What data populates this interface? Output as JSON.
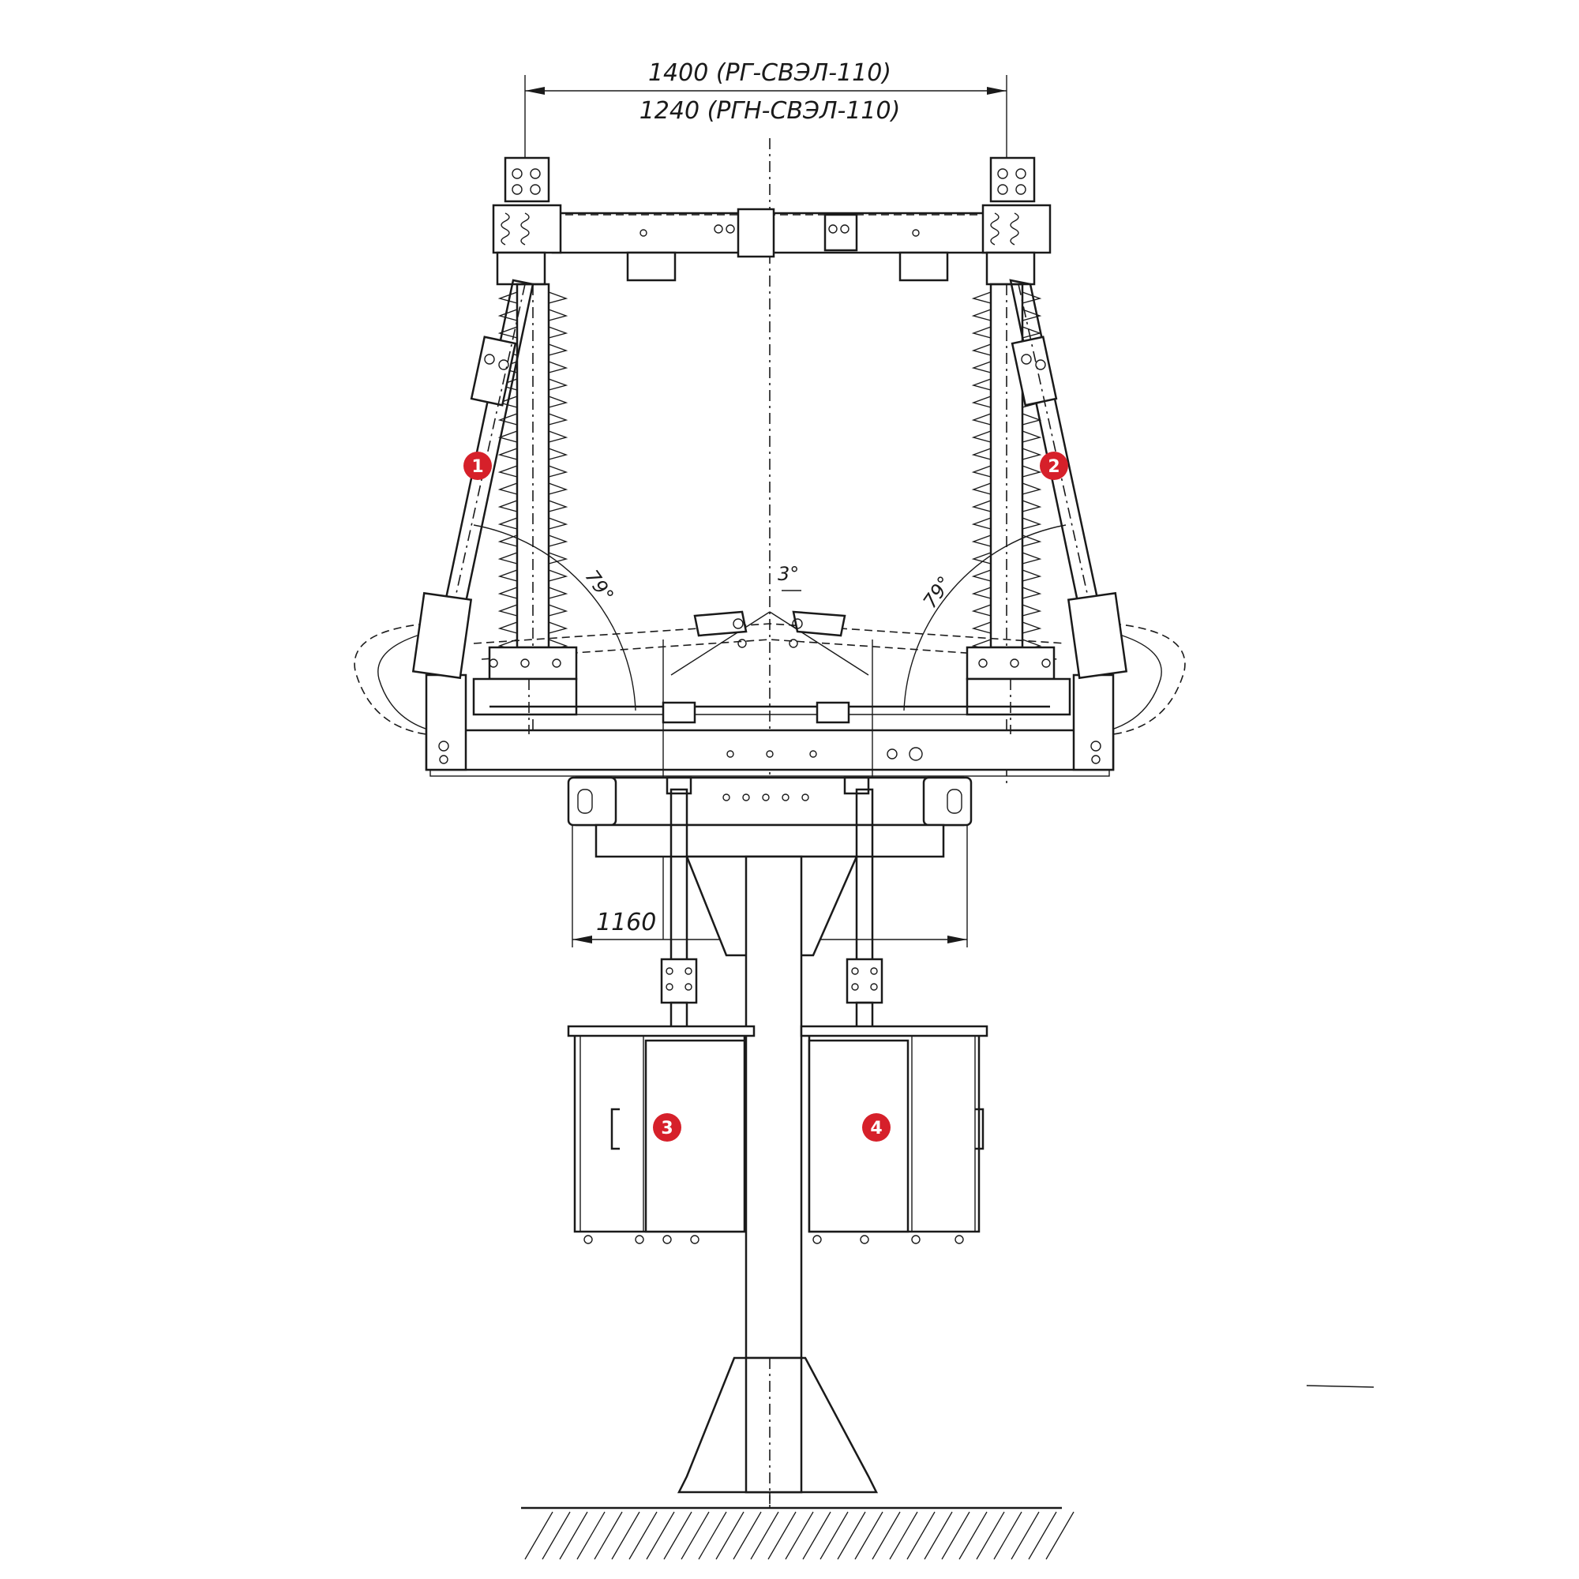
{
  "drawing": {
    "dimensions": {
      "top_line_1": "1400 (РГ-СВЭЛ-110)",
      "top_line_2": "1240 (РГН-СВЭЛ-110)",
      "base_width": "1160"
    },
    "angles": {
      "left": "79°",
      "right": "79°",
      "center": "3°"
    },
    "markers": [
      {
        "label": "1"
      },
      {
        "label": "2"
      },
      {
        "label": "3"
      },
      {
        "label": "4"
      }
    ],
    "colors": {
      "line": "#1a1a1a",
      "marker": "#d6202a",
      "background": "#ffffff"
    }
  }
}
